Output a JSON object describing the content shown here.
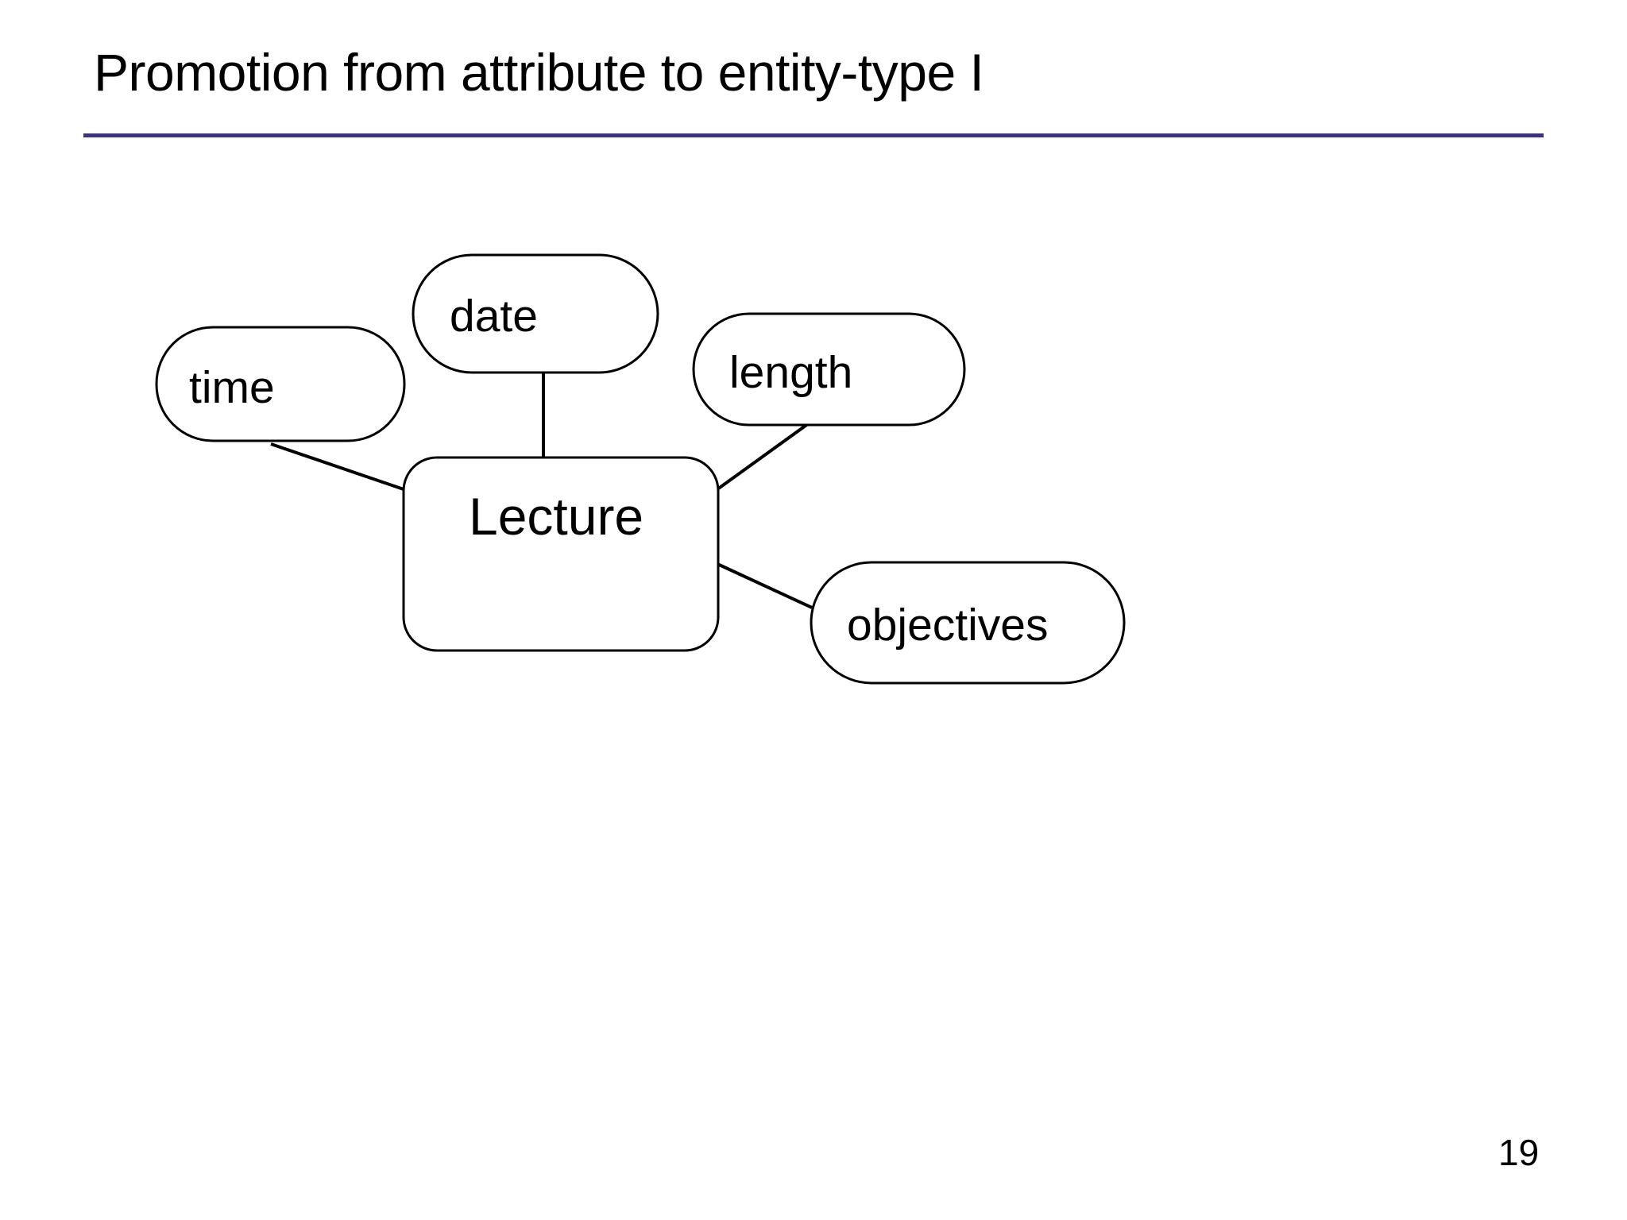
{
  "slide": {
    "title": "Promotion from attribute to entity-type I",
    "page_number": "19",
    "rule_color": "#3b3280",
    "background_color": "#ffffff",
    "stroke_color": "#000000"
  },
  "diagram": {
    "type": "entity-relationship-diagram",
    "entity": {
      "name": "entity-lecture",
      "label": "Lecture",
      "shape": "rounded-rectangle"
    },
    "attributes": [
      {
        "name": "attribute-time",
        "label": "time",
        "shape": "stadium"
      },
      {
        "name": "attribute-date",
        "label": "date",
        "shape": "stadium"
      },
      {
        "name": "attribute-length",
        "label": "length",
        "shape": "stadium"
      },
      {
        "name": "attribute-objectives",
        "label": "objectives",
        "shape": "stadium"
      }
    ],
    "connectors": [
      {
        "name": "connector-time-lecture",
        "from": "time",
        "to": "Lecture"
      },
      {
        "name": "connector-date-lecture",
        "from": "date",
        "to": "Lecture"
      },
      {
        "name": "connector-length-lecture",
        "from": "length",
        "to": "Lecture"
      },
      {
        "name": "connector-objectives-lecture",
        "from": "objectives",
        "to": "Lecture"
      }
    ]
  }
}
